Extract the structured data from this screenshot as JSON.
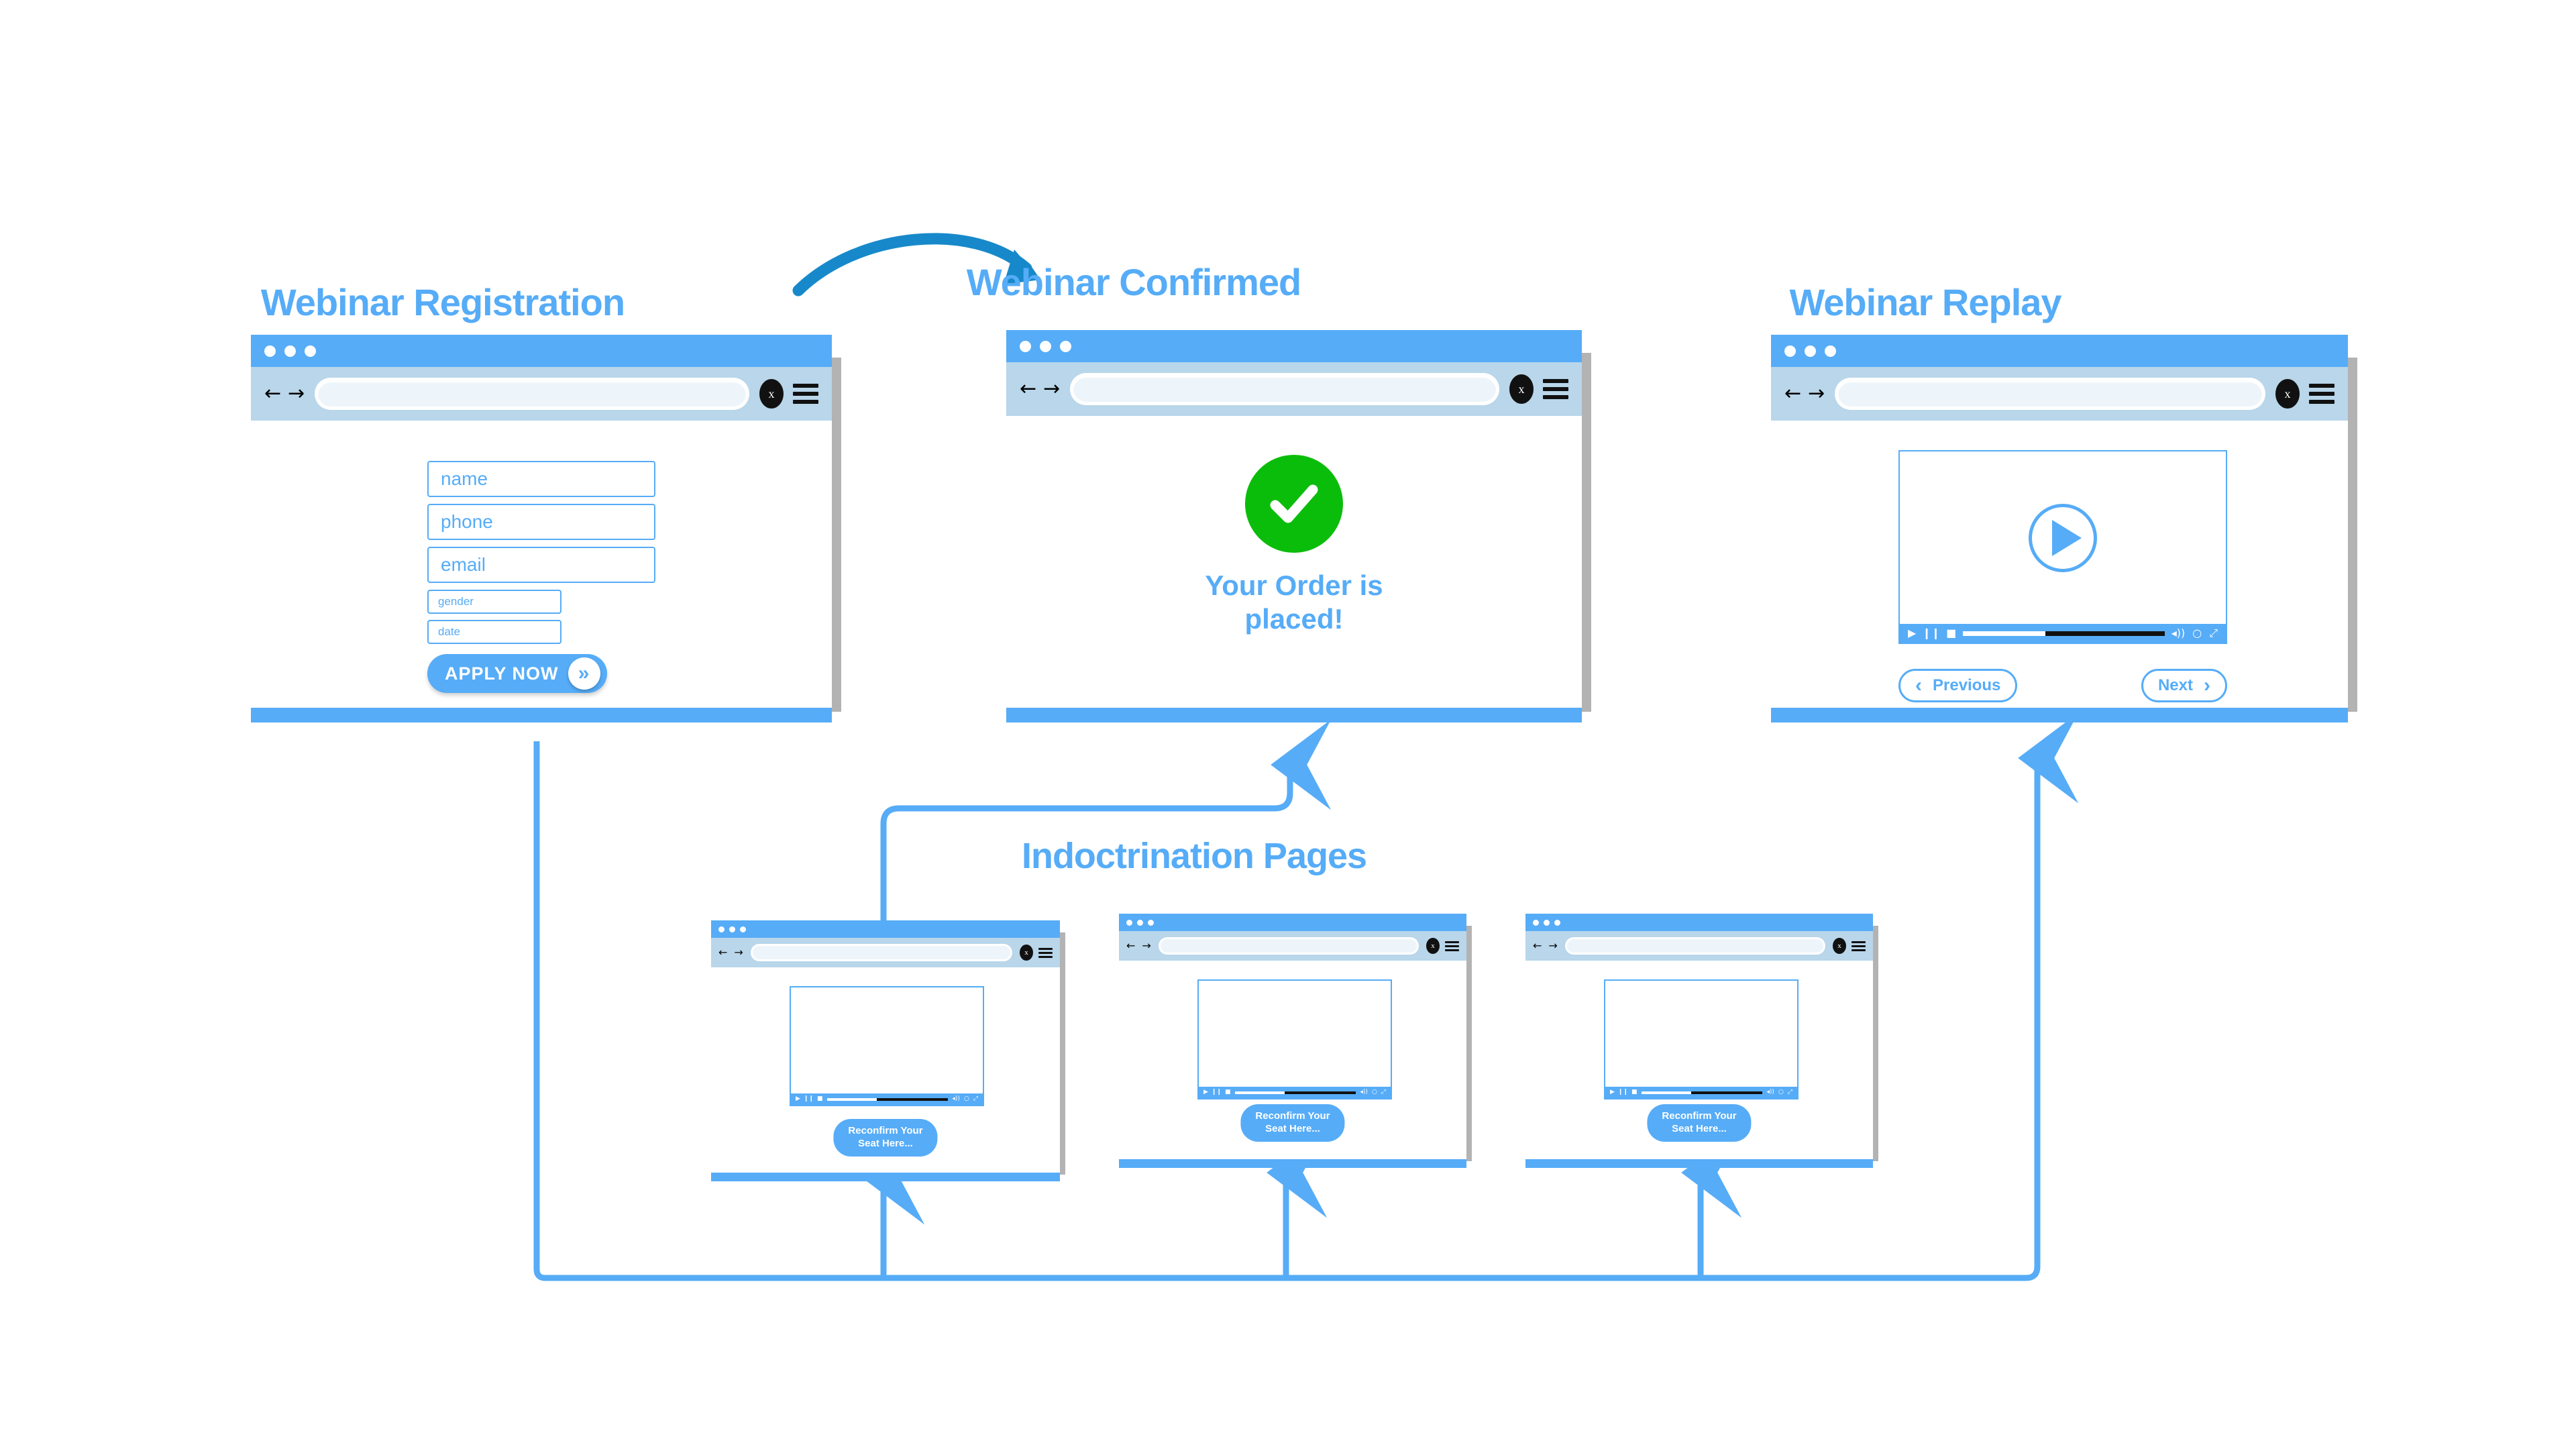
{
  "palette": {
    "brand_blue": "#56acf7",
    "chrome_bar": "#b9d6ea",
    "arrow_blue": "#1789ca",
    "success_green": "#0bbd0b",
    "scroll_gray": "#b3b3b3",
    "page_bg": "#ffffff"
  },
  "sections": {
    "registration": {
      "title": "Webinar Registration"
    },
    "confirmed": {
      "title": "Webinar Confirmed"
    },
    "replay": {
      "title": "Webinar Replay"
    },
    "indoctrination": {
      "title": "Indoctrination Pages"
    }
  },
  "browser_chrome": {
    "back_icon": "back-arrow-icon",
    "forward_icon": "forward-arrow-icon",
    "back_glyph": "←",
    "forward_glyph": "→",
    "close_badge_label": "x",
    "menu_icon": "hamburger-menu-icon",
    "url_value": "",
    "url_placeholder": ""
  },
  "registration_form": {
    "fields": [
      {
        "name": "name",
        "placeholder": "name",
        "value": "",
        "size": "big"
      },
      {
        "name": "phone",
        "placeholder": "phone",
        "value": "",
        "size": "big"
      },
      {
        "name": "email",
        "placeholder": "email",
        "value": "",
        "size": "big"
      },
      {
        "name": "gender",
        "placeholder": "gender",
        "value": "",
        "size": "sm"
      },
      {
        "name": "date",
        "placeholder": "date",
        "value": "",
        "size": "sm"
      }
    ],
    "submit_label": "APPLY NOW",
    "submit_icon": "double-chevron-right-icon",
    "submit_glyph": "»"
  },
  "confirmation": {
    "icon": "green-check-circle-icon",
    "check_glyph": "✓",
    "line1": "Your Order is",
    "line2": "placed!"
  },
  "replay_player": {
    "play_icon": "big-play-button-icon",
    "controls": {
      "play": "▶",
      "pause": "❙❙",
      "stop": "■",
      "volume": "◂))",
      "settings": "○",
      "fullscreen": "⤢"
    },
    "progress_percent": 41
  },
  "replay_nav": {
    "previous_label": "Previous",
    "previous_icon": "chevron-left-icon",
    "previous_glyph": "‹",
    "next_label": "Next",
    "next_icon": "chevron-right-icon",
    "next_glyph": "›"
  },
  "indoctrination_pages": [
    {
      "id": "page-1",
      "cta_label": "Reconfirm Your\nSeat Here...",
      "progress_percent": 41
    },
    {
      "id": "page-2",
      "cta_label": "Reconfirm Your\nSeat Here...",
      "progress_percent": 41
    },
    {
      "id": "page-3",
      "cta_label": "Reconfirm Your\nSeat Here...",
      "progress_percent": 41
    }
  ]
}
